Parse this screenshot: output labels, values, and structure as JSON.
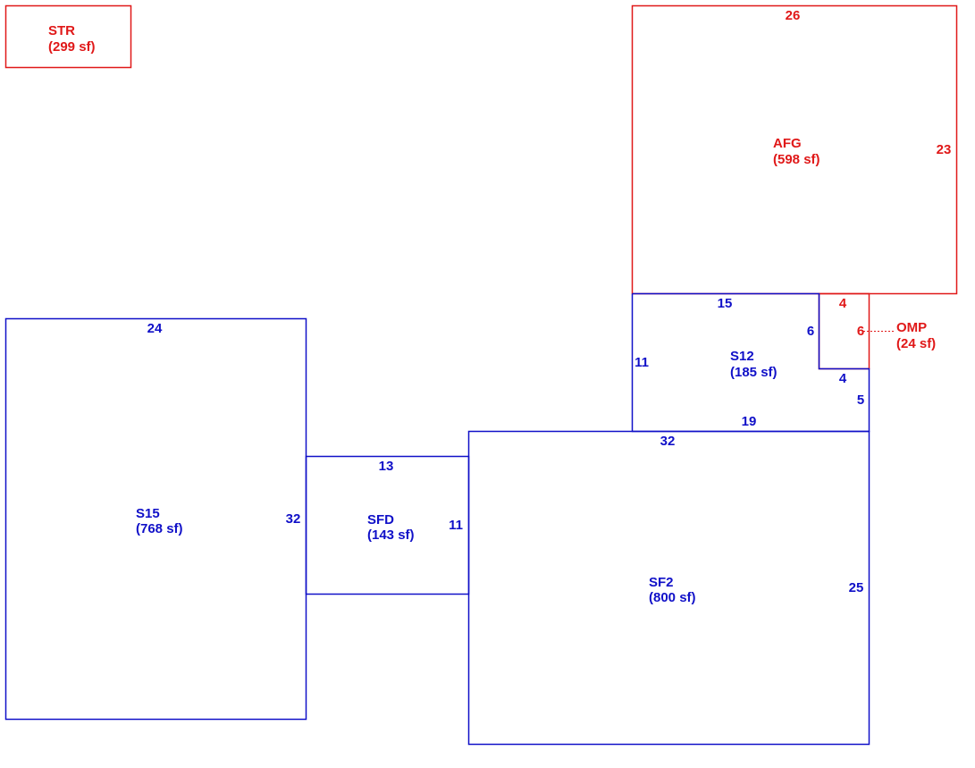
{
  "colors": {
    "blue": "#1010c8",
    "red": "#e01818"
  },
  "areas": {
    "str": {
      "code": "STR",
      "area": "(299 sf)",
      "color": "red"
    },
    "afg": {
      "code": "AFG",
      "area": "(598 sf)",
      "color": "red"
    },
    "omp": {
      "code": "OMP",
      "area": "(24 sf)",
      "color": "red"
    },
    "s12": {
      "code": "S12",
      "area": "(185 sf)",
      "color": "blue"
    },
    "s15": {
      "code": "S15",
      "area": "(768 sf)",
      "color": "blue"
    },
    "sfd": {
      "code": "SFD",
      "area": "(143 sf)",
      "color": "blue"
    },
    "sf2": {
      "code": "SF2",
      "area": "(800 sf)",
      "color": "blue"
    }
  },
  "dimensions": {
    "afg_top": "26",
    "afg_right": "23",
    "omp_top": "4",
    "omp_right": "6",
    "s12_top": "15",
    "s12_left": "11",
    "s12_notch_side": "6",
    "s12_notch_bottom": "4",
    "s12_right": "5",
    "s12_bottom": "19",
    "s15_top": "24",
    "s15_right": "32",
    "sfd_top": "13",
    "sfd_right": "11",
    "sf2_top": "32",
    "sf2_right": "25"
  }
}
